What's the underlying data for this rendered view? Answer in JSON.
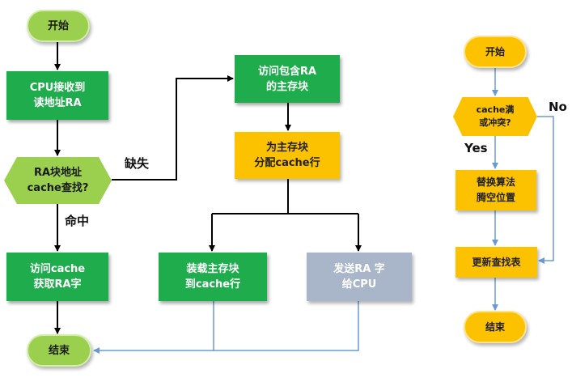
{
  "left_flow": {
    "start": "开始",
    "receive": [
      "CPU接收到",
      "读地址RA"
    ],
    "decision": [
      "RA块地址",
      "cache查找?"
    ],
    "miss_label": "缺失",
    "hit_label": "命中",
    "access_cache": [
      "访问cache",
      "获取RA字"
    ],
    "access_mem": [
      "访问包含RA",
      "的主存块"
    ],
    "allocate": [
      "为主存块",
      "分配cache行"
    ],
    "load": [
      "装载主存块",
      "到cache行"
    ],
    "send": [
      "发送RA 字",
      "给CPU"
    ],
    "end": "结束"
  },
  "right_flow": {
    "start": "开始",
    "decision": [
      "cache满",
      "或冲突?"
    ],
    "yes_label": "Yes",
    "no_label": "No",
    "replace": [
      "替换算法",
      "腾空位置"
    ],
    "update": "更新查找表",
    "end": "结束"
  },
  "colors": {
    "green": "#1fac4d",
    "light_green": "#9bd04e",
    "orange": "#fcc200",
    "gray": "#a9b5c8",
    "line_black": "#000000",
    "line_blue": "#6a9ad0"
  }
}
